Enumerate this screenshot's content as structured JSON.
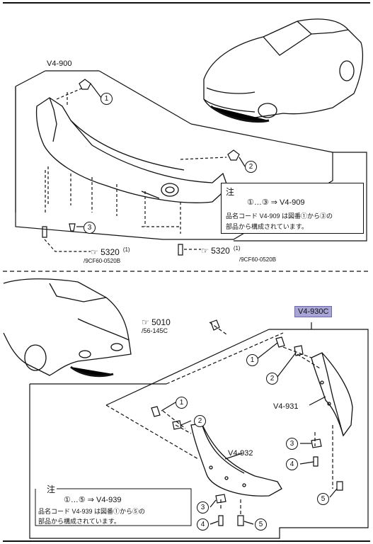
{
  "upper": {
    "group_label": "V4-900",
    "callouts": [
      "1",
      "2",
      "3"
    ],
    "note": {
      "heading": "注",
      "formula": "①…③ ⇒ V4-909",
      "text_line1": "品名コード V4-909 は図番①から③の",
      "text_line2": "部品から構成されています。"
    },
    "refs": [
      {
        "code": "5320",
        "qty": "(1)",
        "part": "/9CF60-0520B"
      },
      {
        "code": "5320",
        "qty": "(1)",
        "part": "/9CF60-0520B"
      }
    ]
  },
  "lower": {
    "selected_label": "V4-930C",
    "ref": {
      "code": "5010",
      "part": "/56-145C"
    },
    "sub_labels": [
      "V4-931",
      "V4-932"
    ],
    "callouts": [
      "1",
      "2",
      "1",
      "2",
      "3",
      "4",
      "5",
      "3",
      "4",
      "5"
    ],
    "note": {
      "heading": "注",
      "formula": "①…⑤ ⇒ V4-939",
      "text_line1": "品名コード V4-939 は図番①から⑤の",
      "text_line2": "部品から構成されています。"
    }
  },
  "icons": [
    "pointing-hand-icon"
  ]
}
